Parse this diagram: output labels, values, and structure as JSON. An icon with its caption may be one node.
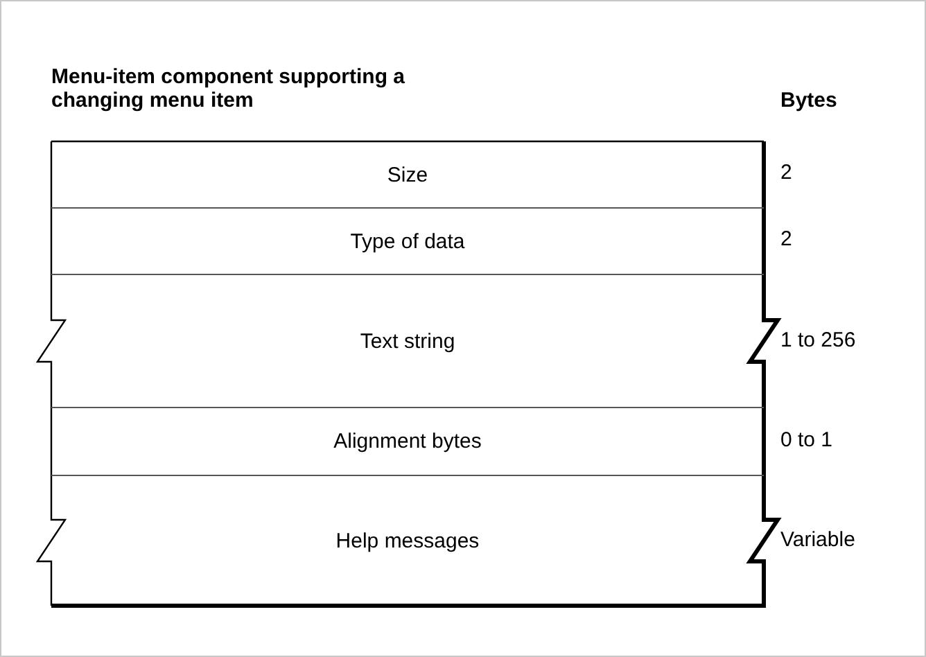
{
  "diagram": {
    "title": "Menu-item component supporting a changing menu item",
    "nodes": [
      {
        "text": [
          "Size"
        ]
      },
      {
        "text": [
          "Type of data"
        ]
      },
      {
        "text": [
          "Text string"
        ]
      },
      {
        "text": [
          "Alignment bytes"
        ]
      },
      {
        "text": [
          "Help messages"
        ]
      }
    ],
    "labels": [
      "Bytes",
      "2",
      "2",
      "1 to 256",
      "0 to 1",
      "Variable"
    ]
  }
}
